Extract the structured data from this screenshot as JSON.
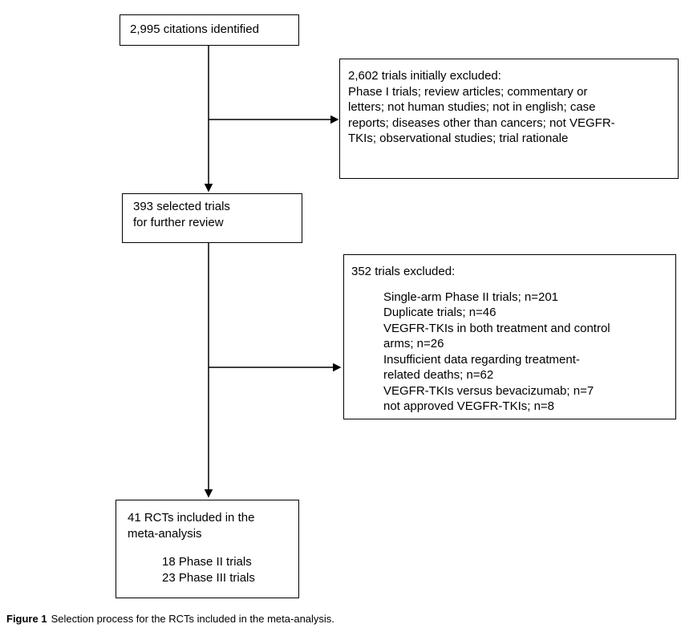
{
  "flowchart": {
    "citations_box": {
      "text": "2,995 citations identified"
    },
    "excluded_initial_box": {
      "lines": [
        "2,602 trials initially excluded:",
        "Phase I trials; review articles; commentary or",
        "letters; not human studies; not in english; case",
        "reports; diseases other than cancers; not VEGFR-",
        "TKIs; observational studies; trial rationale"
      ]
    },
    "selected_box": {
      "lines": [
        "393 selected trials",
        "for further review"
      ]
    },
    "excluded_second_box": {
      "header": "352 trials excluded:",
      "items": [
        "Single-arm Phase II trials; n=201",
        "Duplicate trials; n=46",
        "VEGFR-TKIs in both treatment and control",
        "arms; n=26",
        "Insufficient data regarding treatment-",
        "related deaths; n=62",
        "VEGFR-TKIs versus bevacizumab; n=7",
        "not approved VEGFR-TKIs; n=8"
      ]
    },
    "included_box": {
      "lines": [
        "41 RCTs included in the",
        "meta-analysis"
      ],
      "items": [
        "18 Phase II trials",
        "23 Phase III trials"
      ]
    }
  },
  "caption": {
    "label": "Figure 1",
    "text": "Selection process for the RCTs included in the meta-analysis."
  },
  "colors": {
    "line": "#000000",
    "text": "#000000",
    "background": "#ffffff"
  }
}
